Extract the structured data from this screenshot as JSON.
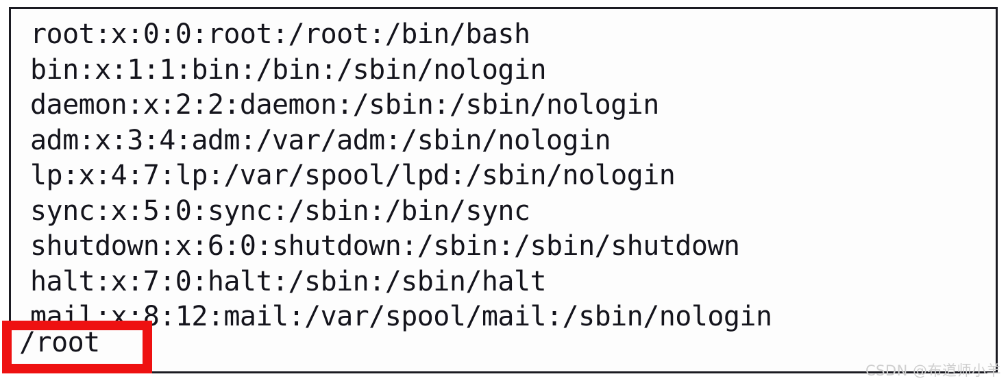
{
  "terminal": {
    "passwd_lines": [
      "root:x:0:0:root:/root:/bin/bash",
      "bin:x:1:1:bin:/bin:/sbin/nologin",
      "daemon:x:2:2:daemon:/sbin:/sbin/nologin",
      "adm:x:3:4:adm:/var/adm:/sbin/nologin",
      "lp:x:4:7:lp:/var/spool/lpd:/sbin/nologin",
      "sync:x:5:0:sync:/sbin:/bin/sync",
      "shutdown:x:6:0:shutdown:/sbin:/sbin/shutdown",
      "halt:x:7:0:halt:/sbin:/sbin/halt",
      "mail:x:8:12:mail:/var/spool/mail:/sbin/nologin"
    ],
    "highlighted_output": "/root"
  },
  "annotation": {
    "highlight_color": "#ee1111"
  },
  "watermark": {
    "text": "CSDN @布道师小羊",
    "color": "#cfcfcf"
  }
}
